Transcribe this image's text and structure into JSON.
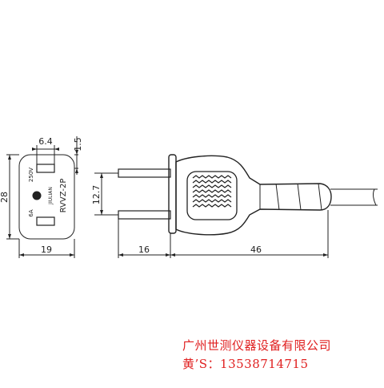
{
  "front_view": {
    "dims": {
      "width": "19",
      "height": "28",
      "pin_spacing": "6.4",
      "pin_width": "1.5"
    },
    "markings": {
      "rating_current": "6A",
      "rating_voltage": "250V",
      "brand": "JIULIAN",
      "model": "RVVZ-2P"
    }
  },
  "side_view": {
    "dims": {
      "pin_pitch": "12.7",
      "pin_length": "16",
      "body_length": "46"
    }
  },
  "watermark": {
    "company": "广州世测仪器设备有限公司",
    "contact": "黄’S：13538714715"
  },
  "colors": {
    "ink": "#222222",
    "watermark": "#e02020"
  }
}
